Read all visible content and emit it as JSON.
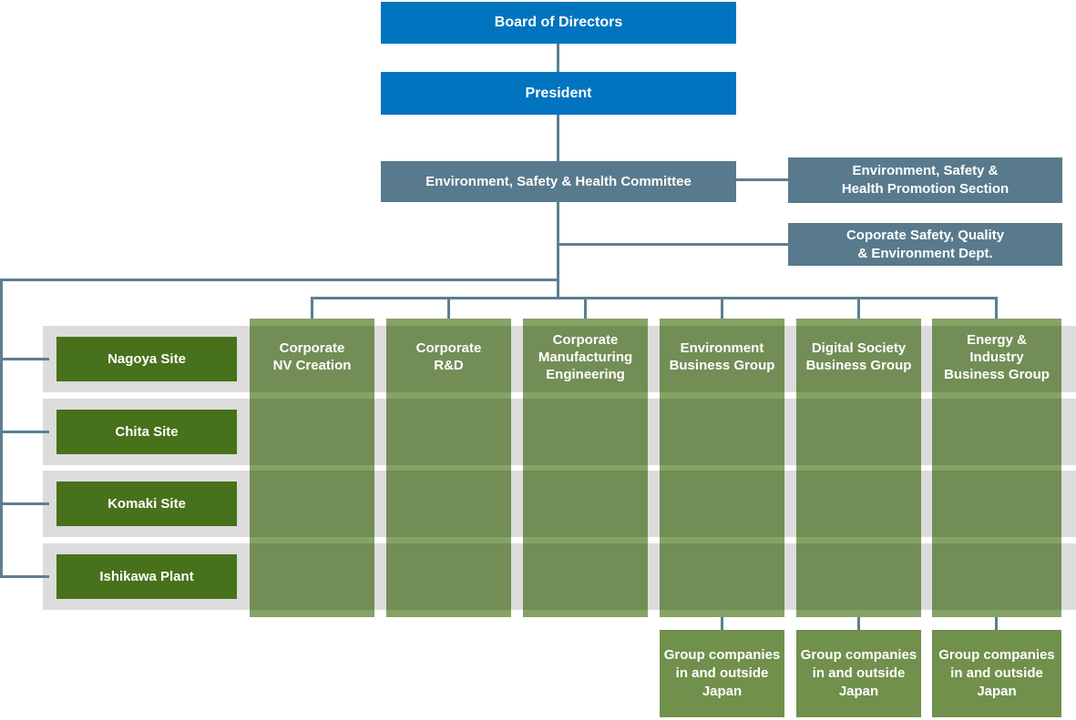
{
  "palette": {
    "blue": "#0074be",
    "slate": "#587a8c",
    "line": "#5e7e91",
    "dark_green": "#47711a",
    "olive_light": "#85a364",
    "olive_solid": "#70904c",
    "band_gray": "#dcdcdc",
    "text": "#ffffff"
  },
  "nodes": {
    "board": {
      "label": "Board of Directors"
    },
    "president": {
      "label": "President"
    },
    "committee": {
      "label": "Environment, Safety & Health Committee"
    },
    "promotion_section": {
      "label": "Environment, Safety &\nHealth Promotion Section"
    },
    "safety_dept": {
      "label": "Coporate Safety, Quality\n& Environment Dept."
    }
  },
  "sites": [
    {
      "label": "Nagoya Site"
    },
    {
      "label": "Chita Site"
    },
    {
      "label": "Komaki Site"
    },
    {
      "label": "Ishikawa Plant"
    }
  ],
  "divisions": [
    {
      "label": "Corporate\nNV Creation"
    },
    {
      "label": "Corporate\nR&D"
    },
    {
      "label": "Corporate\nManufacturing\nEngineering"
    },
    {
      "label": "Environment\nBusiness Group"
    },
    {
      "label": "Digital Society\nBusiness Group"
    },
    {
      "label": "Energy &\nIndustry\nBusiness Group"
    }
  ],
  "group_companies": [
    {
      "label": "Group companies\nin and outside\nJapan"
    },
    {
      "label": "Group companies\nin and outside\nJapan"
    },
    {
      "label": "Group companies\nin and outside\nJapan"
    }
  ]
}
